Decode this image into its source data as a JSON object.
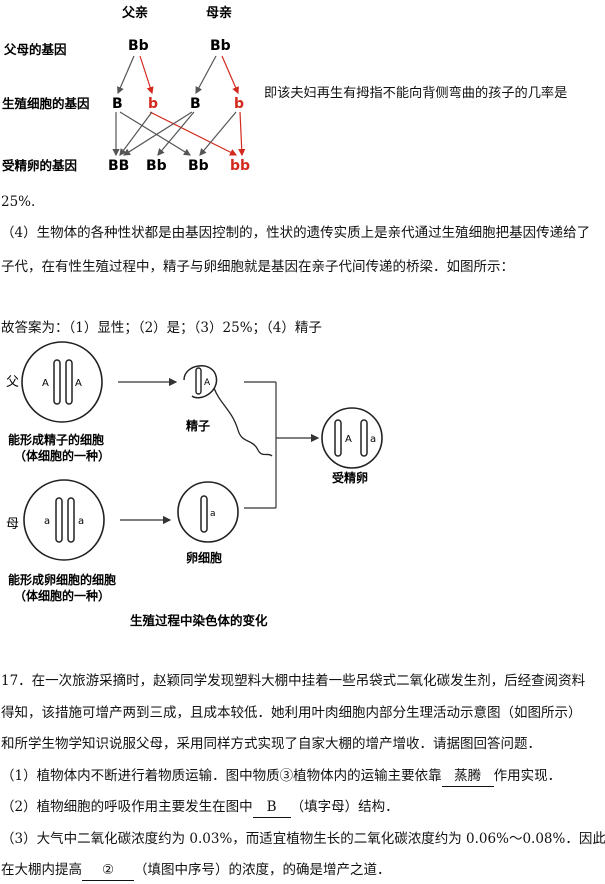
{
  "inheritance_diagram": {
    "father_label": "父亲",
    "mother_label": "母亲",
    "row_parents": "父母的基因",
    "row_gametes": "生殖细胞的基因",
    "row_zygote": "受精卵的基因",
    "father_genotype": "Bb",
    "mother_genotype": "Bb",
    "gametes": [
      "B",
      "b",
      "B",
      "b"
    ],
    "offspring": [
      "BB",
      "Bb",
      "Bb",
      "bb"
    ],
    "accent_color": "#d42a1e"
  },
  "para_probability_a": "即该夫妇再生有拇指不能向背侧弯曲的孩子的几率是",
  "para_probability_b": "25%.",
  "para4_line1": "（4）生物体的各种性状都是由基因控制的，性状的遗传实质上是亲代通过生殖细胞把基因传递给了",
  "para4_line2": "子代，在有性生殖过程中，精子与卵细胞就是基因在亲子代间传递的桥梁．如图所示：",
  "answer_line": "故答案为：（1）显性；（2）是；（3）25%；（4）精子",
  "chromosome_diagram": {
    "father_side": "父",
    "mother_side": "母",
    "father_cell_label_1": "能形成精子的细胞",
    "father_cell_label_2": "（体细胞的一种）",
    "mother_cell_label_1": "能形成卵细胞的细胞",
    "mother_cell_label_2": "（体细胞的一种）",
    "sperm_label": "精子",
    "egg_label": "卵细胞",
    "zygote_label": "受精卵",
    "gene_A": "A",
    "gene_a": "a",
    "caption": "生殖过程中染色体的变化"
  },
  "q17_line1": "17．在一次旅游采摘时，赵颖同学发现塑料大棚中挂着一些吊袋式二氧化碳发生剂，后经查阅资料",
  "q17_line2": "得知，该措施可增产两到三成，且成本较低．她利用叶肉细胞内部分生理活动示意图（如图所示）",
  "q17_line3": "和所学生物学知识说服父母，采用同样方式实现了自家大棚的增产增收．请据图回答问题．",
  "q17_sub1_a": "（1）植物体内不断进行着物质运输．图中物质③植物体内的运输主要依靠",
  "q17_sub1_ans": "蒸腾",
  "q17_sub1_b": "作用实现．",
  "q17_sub2_a": "（2）植物细胞的呼吸作用主要发生在图中",
  "q17_sub2_ans": "B",
  "q17_sub2_b": "（填字母）结构．",
  "q17_sub3_line1": "（3）大气中二氧化碳浓度约为 0.03%，而适宜植物生长的二氧化碳浓度约为 0.06%～0.08%．因此，",
  "q17_sub3_a": "在大棚内提高",
  "q17_sub3_ans": "②",
  "q17_sub3_b": "（填图中序号）的浓度，的确是增产之道．"
}
